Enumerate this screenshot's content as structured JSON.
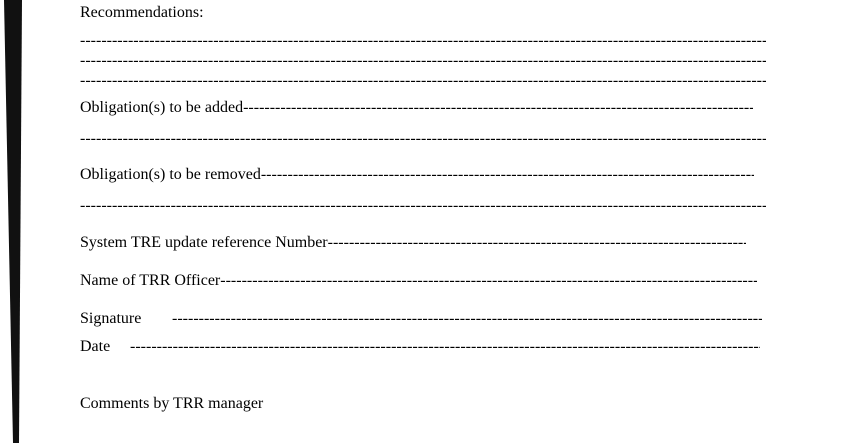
{
  "form": {
    "recommendations_label": "Recommendations:",
    "obligations_added_label": "Obligation(s) to be added",
    "obligations_removed_label": "Obligation(s) to be removed",
    "tre_reference_label": "System TRE update reference Number ",
    "trr_officer_label": "Name of TRR Officer",
    "signature_label": "Signature",
    "date_label": "Date",
    "comments_label": "Comments by TRR manager"
  }
}
